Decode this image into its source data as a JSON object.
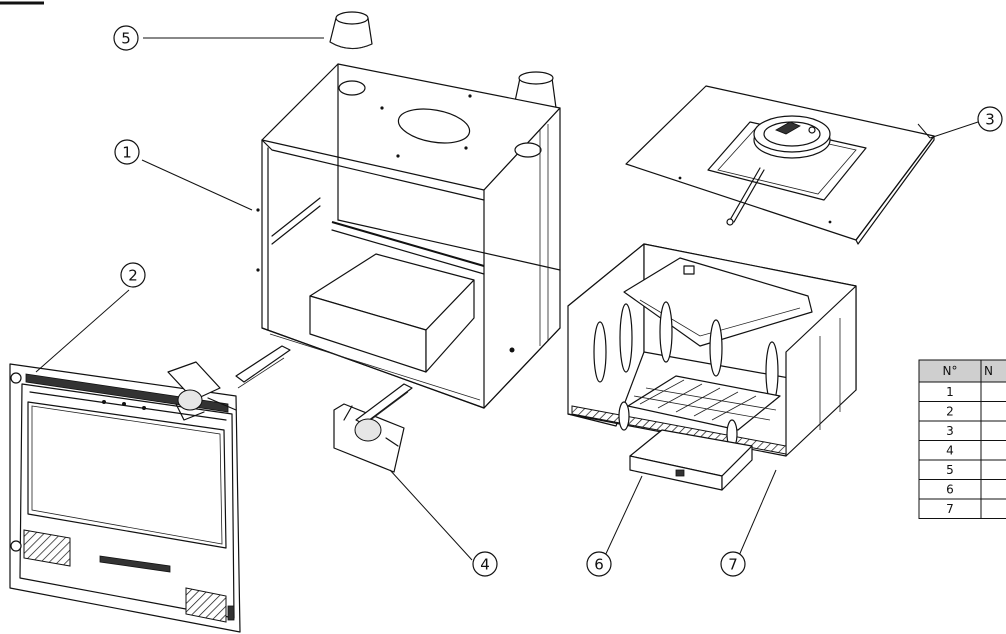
{
  "callouts": [
    {
      "label": "1"
    },
    {
      "label": "2"
    },
    {
      "label": "3"
    },
    {
      "label": "4"
    },
    {
      "label": "5"
    },
    {
      "label": "6"
    },
    {
      "label": "7"
    }
  ],
  "parts_table": {
    "col_headers": [
      "N°",
      "N"
    ],
    "rows": [
      "1",
      "2",
      "3",
      "4",
      "5",
      "6",
      "7"
    ]
  }
}
